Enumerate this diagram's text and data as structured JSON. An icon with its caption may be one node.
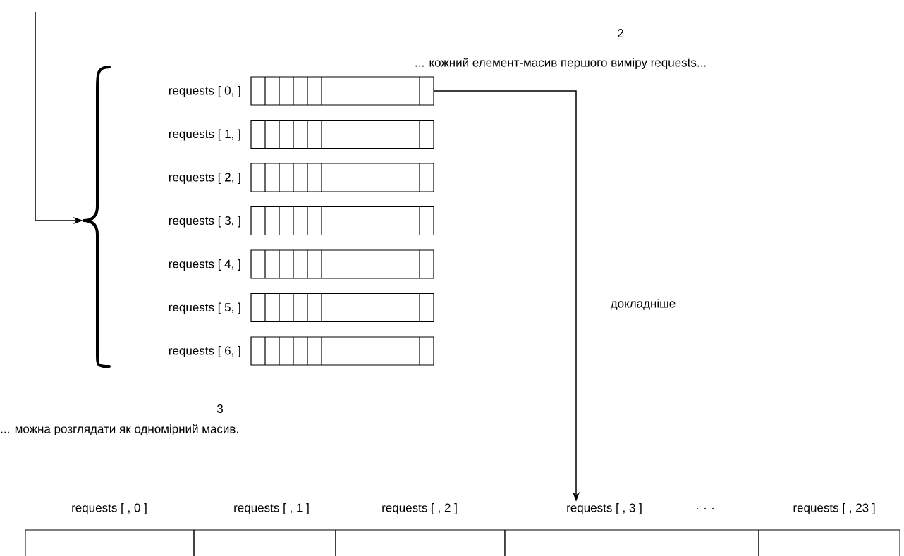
{
  "diagram": {
    "nodes": [
      {
        "text": [],
        "shape": "brace"
      },
      {
        "text": [
          "requests [ 0,  ]"
        ]
      },
      {
        "text": [
          "requests [ 1,  ]"
        ]
      },
      {
        "text": [
          "requests [ 2,  ]"
        ]
      },
      {
        "text": [
          "requests [ 3,  ]"
        ]
      },
      {
        "text": [
          "requests [ 4,  ]"
        ]
      },
      {
        "text": [
          "requests [ 5,  ]"
        ]
      },
      {
        "text": [
          "requests [ 6,  ]"
        ]
      },
      {
        "text": [
          "requests [ , 0 ]"
        ]
      },
      {
        "text": [
          "requests [ , 1 ]"
        ]
      },
      {
        "text": [
          "requests [ , 2 ]"
        ]
      },
      {
        "text": [
          "requests [ , 3 ]"
        ]
      },
      {
        "text": [
          "requests [  , 23 ]"
        ]
      }
    ],
    "edges": [
      {
        "from": null,
        "to": 0,
        "arrow": "to"
      },
      {
        "from": 1,
        "to": 11,
        "arrow": "to",
        "label": "докладніше"
      }
    ],
    "labels": [
      "2",
      "... кожний елемент-масив першого виміру  requests...",
      "3",
      "... можна розглядати як одномірний масив.",
      ". . ."
    ]
  }
}
